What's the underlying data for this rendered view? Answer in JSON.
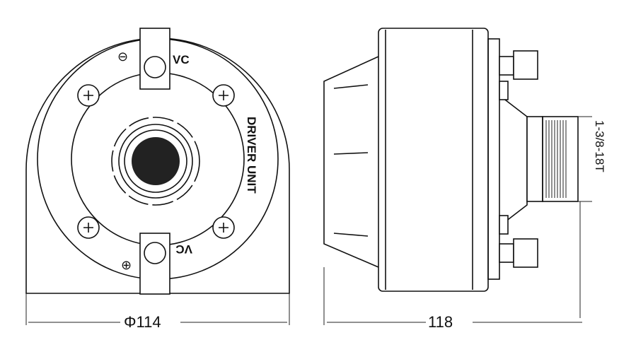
{
  "front_view": {
    "terminal_top_label": "VC",
    "terminal_bottom_label": "VC",
    "polarity_top": "⊖",
    "polarity_bottom": "⊕",
    "body_label": "DRIVER UNIT",
    "diameter_dimension": "Φ114"
  },
  "side_view": {
    "length_dimension": "118",
    "thread_dimension": "1-3/8-18T"
  }
}
